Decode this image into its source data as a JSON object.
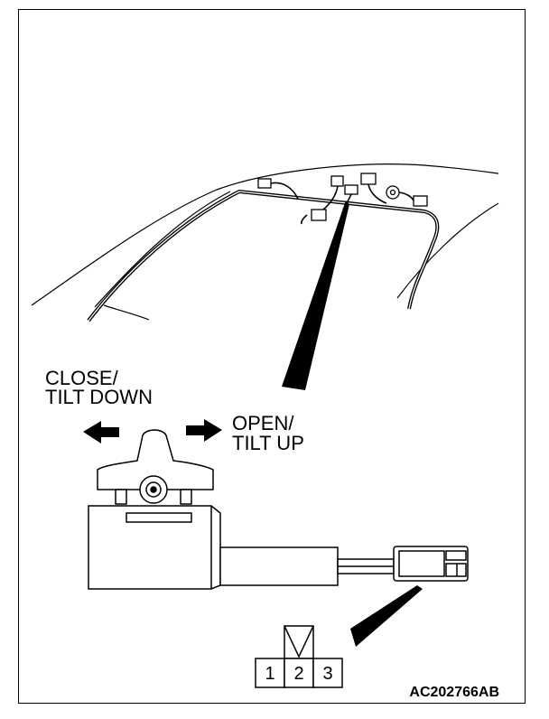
{
  "labels": {
    "close": "CLOSE/",
    "tilt_down": "TILT DOWN",
    "open": "OPEN/",
    "tilt_up": "TILT UP"
  },
  "connector": {
    "pins": [
      "1",
      "2",
      "3"
    ]
  },
  "reference_code": "AC202766AB"
}
